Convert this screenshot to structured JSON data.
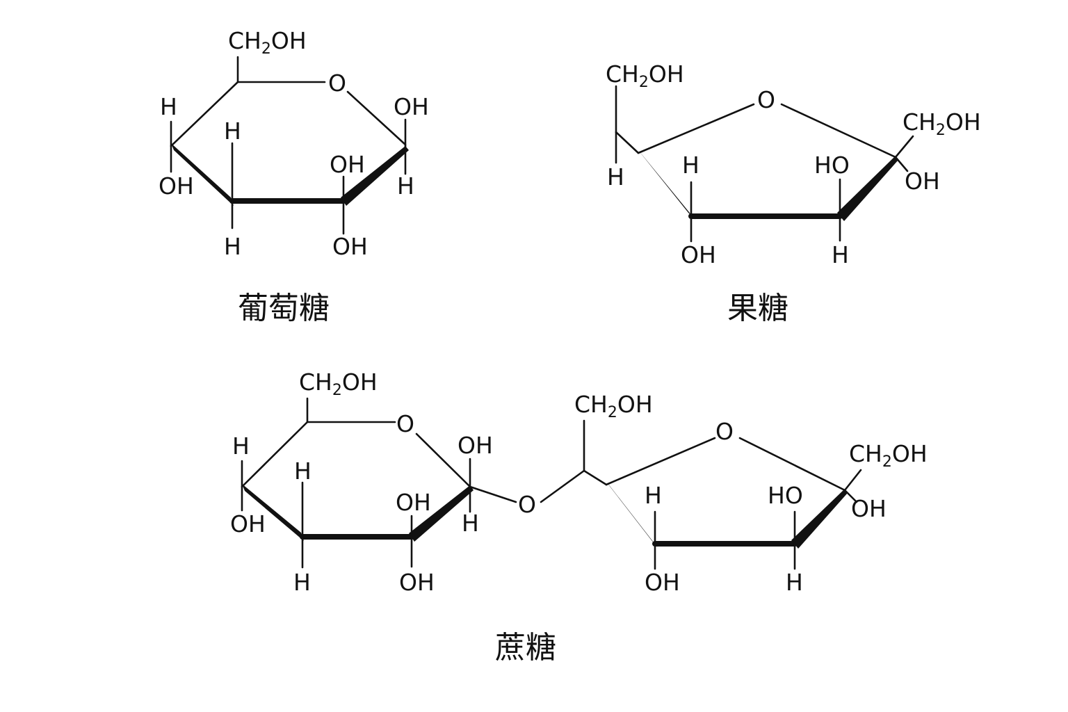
{
  "labels": {
    "glucose_name": "葡萄糖",
    "fructose_name": "果糖",
    "sucrose_name": "蔗糖"
  },
  "atoms": {
    "H": "H",
    "OH": "OH",
    "HO": "HO",
    "O": "O",
    "CH": "CH",
    "subscript_2": "2"
  },
  "colors": {
    "ink": "#111111",
    "background": "#ffffff"
  }
}
